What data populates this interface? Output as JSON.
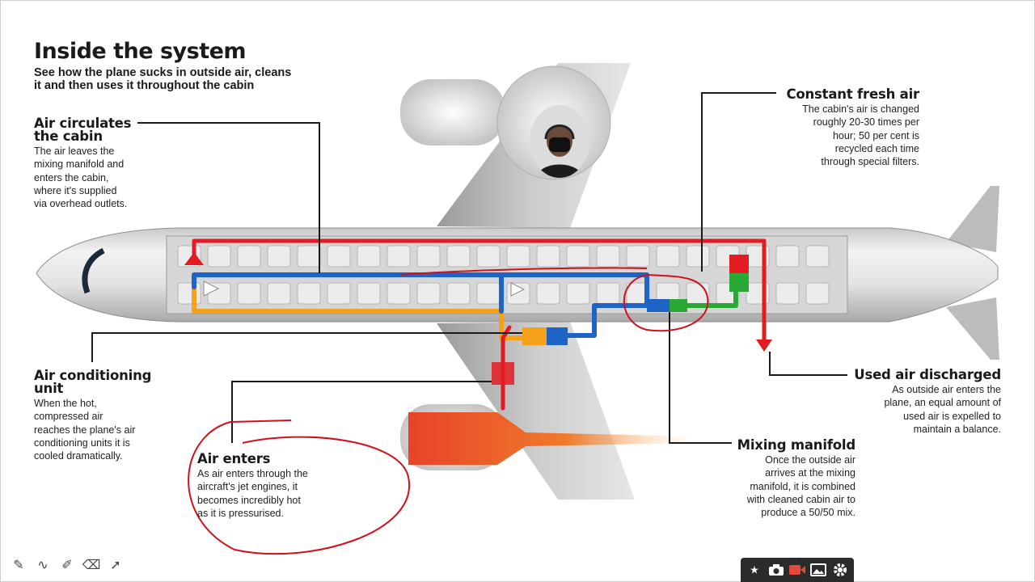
{
  "title": "Inside the system",
  "subtitle_lines": [
    "See how the plane sucks in outside air, cleans",
    "it and then uses it throughout the cabin"
  ],
  "sections": {
    "air_circulates": {
      "heading": [
        "Air circulates",
        "the cabin"
      ],
      "body": [
        "The air leaves the",
        "mixing manifold and",
        "enters the cabin,",
        "where it's supplied",
        "via overhead outlets."
      ]
    },
    "constant_fresh_air": {
      "heading": "Constant fresh air",
      "body": [
        "The cabin's air is changed",
        "roughly 20-30 times per",
        "hour; 50 per cent is",
        "recycled each time",
        "through special filters."
      ]
    },
    "air_conditioning_unit": {
      "heading": [
        "Air conditioning",
        "unit"
      ],
      "body": [
        "When the hot,",
        "compressed air",
        "reaches the plane's air",
        "conditioning units it is",
        "cooled dramatically."
      ]
    },
    "used_air_discharged": {
      "heading": "Used air discharged",
      "body": [
        "As outside air enters the",
        "plane, an equal amount of",
        "used air is expelled to",
        "maintain a balance."
      ]
    },
    "air_enters": {
      "heading": "Air enters",
      "body": [
        "As air enters through the",
        "aircraft's jet engines, it",
        "becomes incredibly hot",
        "as it is pressurised."
      ]
    },
    "mixing_manifold": {
      "heading": "Mixing manifold",
      "body": [
        "Once the outside air",
        "arrives at the mixing",
        "manifold, it is combined",
        "with cleaned cabin air to",
        "produce a 50/50 mix."
      ]
    }
  },
  "colors": {
    "hot_air": "#e31b23",
    "cool_air": "#1e63c6",
    "mixed_air": "#f5a11c",
    "fresh_air": "#2aa836",
    "annotation": "#d0101a"
  },
  "icons": {
    "toolbar": [
      "pen-icon",
      "curve-icon",
      "highlighter-icon",
      "eraser-icon",
      "pointer-icon"
    ],
    "recorder": [
      "star-icon",
      "camera-icon",
      "video-icon",
      "image-icon",
      "gear-icon"
    ]
  }
}
